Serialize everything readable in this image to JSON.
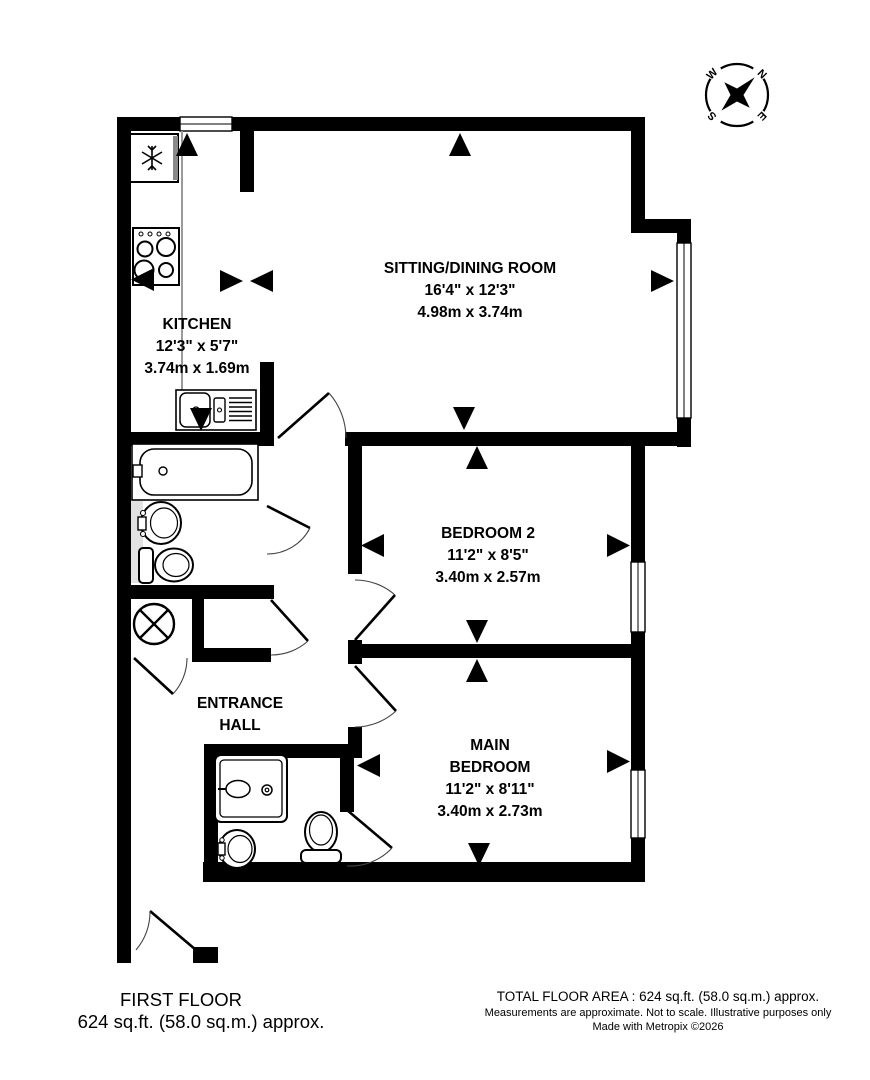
{
  "plan": {
    "rooms": {
      "kitchen": {
        "name": "KITCHEN",
        "imperial": "12'3\"  x 5'7\"",
        "metric": "3.74m  x 1.69m"
      },
      "sitting_dining": {
        "name": "SITTING/DINING ROOM",
        "imperial": "16'4\"  x 12'3\"",
        "metric": "4.98m  x 3.74m"
      },
      "bedroom2": {
        "name": "BEDROOM 2",
        "imperial": "11'2\"  x 8'5\"",
        "metric": "3.40m  x 2.57m"
      },
      "main_bedroom": {
        "name_line1": "MAIN",
        "name_line2": "BEDROOM",
        "imperial": "11'2\"  x 8'11\"",
        "metric": "3.40m  x 2.73m"
      },
      "entrance_hall": {
        "name_line1": "ENTRANCE",
        "name_line2": "HALL"
      }
    },
    "compass": {
      "n": "N",
      "e": "E",
      "s": "S",
      "w": "W"
    },
    "footer_left": {
      "line1": "FIRST FLOOR",
      "line2": "624 sq.ft. (58.0 sq.m.) approx."
    },
    "footer_right": {
      "line1": "TOTAL FLOOR AREA : 624 sq.ft. (58.0 sq.m.) approx.",
      "line2": "Measurements are approximate.  Not to scale.  Illustrative purposes only",
      "line3": "Made with Metropix ©2026"
    },
    "icons": [
      "compass-rose-icon",
      "snowflake-fridge-icon",
      "hob-icon",
      "sink-icon",
      "bath-icon",
      "basin-icon",
      "toilet-icon",
      "shower-icon",
      "water-tank-icon",
      "measurement-arrow-icon"
    ],
    "colors": {
      "wall": "#000000",
      "background": "#ffffff",
      "counter_line": "#9a9a9a",
      "shading": "#e2e2e2"
    }
  }
}
